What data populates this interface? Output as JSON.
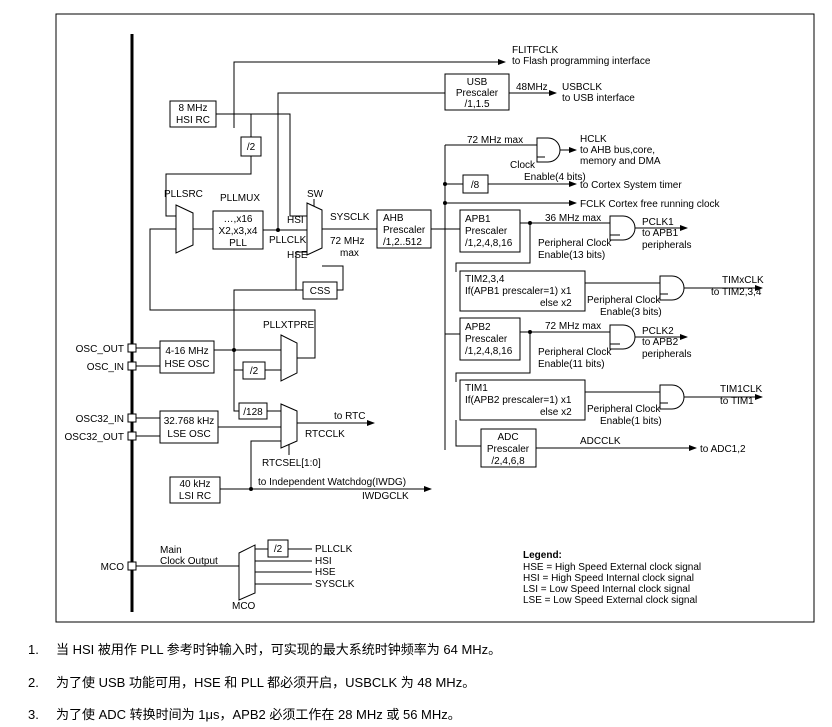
{
  "diagram": {
    "blocks": {
      "hsi_rc": [
        "8 MHz",
        "HSI RC"
      ],
      "usb_prescaler": [
        "USB",
        "Prescaler",
        "/1,1.5"
      ],
      "pll": [
        "…,x16",
        "X2,x3,x4",
        "PLL"
      ],
      "ahb_prescaler": [
        "AHB",
        "Prescaler",
        "/1,2..512"
      ],
      "apb1_prescaler": [
        "APB1",
        "Prescaler",
        "/1,2,4,8,16"
      ],
      "tim234_block": [
        "TIM2,3,4",
        "If(APB1 prescaler=1) x1",
        "else x2"
      ],
      "apb2_prescaler": [
        "APB2",
        "Prescaler",
        "/1,2,4,8,16"
      ],
      "tim1_block": [
        "TIM1",
        "If(APB2 prescaler=1) x1",
        "else x2"
      ],
      "adc_prescaler": [
        "ADC",
        "Prescaler",
        "/2,4,6,8"
      ],
      "hse_osc": [
        "4-16 MHz",
        "HSE OSC"
      ],
      "lse_osc": [
        "32.768 kHz",
        "LSE OSC"
      ],
      "lsi_rc": [
        "40 kHz",
        "LSI RC"
      ],
      "css": "CSS"
    },
    "dividers": {
      "hsi_div2": "/2",
      "systick_div8": "/8",
      "hse_div2": "/2",
      "hse_div128": "/128",
      "mco_div2": "/2"
    },
    "labels": {
      "flitfclk": "FLITFCLK",
      "flitfclk_desc": "to Flash programming interface",
      "usb_freq": "48MHz",
      "usbclk": "USBCLK",
      "usbclk_desc": "to USB interface",
      "ahb_max": "72 MHz max",
      "hclk": "HCLK",
      "hclk_desc1": "to AHB bus,core,",
      "hclk_desc2": "memory and DMA",
      "clock_enable_4": [
        "Clock",
        "Enable(4 bits)"
      ],
      "cortex_timer": "to Cortex System timer",
      "fclk": "FCLK Cortex free running clock",
      "pllsrc": "PLLSRC",
      "pllmux": "PLLMUX",
      "sw": "SW",
      "sysclk": "SYSCLK",
      "sysclk_max": [
        "72 MHz",
        "max"
      ],
      "sw_hsi": "HSI",
      "sw_pllclk": "PLLCLK",
      "sw_hse": "HSE",
      "apb1_max": "36 MHz max",
      "pclk1": "PCLK1",
      "pclk1_desc": [
        "to APB1",
        "peripherals"
      ],
      "periph_clock_13": [
        "Peripheral Clock",
        "Enable(13 bits)"
      ],
      "timxclk": "TIMxCLK",
      "timxclk_desc": "to TIM2,3,4",
      "periph_clock_3": [
        "Peripheral Clock",
        "Enable(3 bits)"
      ],
      "apb2_max": "72 MHz max",
      "pclk2": "PCLK2",
      "pclk2_desc": [
        "to APB2",
        "peripherals"
      ],
      "periph_clock_11": [
        "Peripheral Clock",
        "Enable(11 bits)"
      ],
      "tim1clk": "TIM1CLK",
      "tim1clk_desc": "to TIM1",
      "periph_clock_1": [
        "Peripheral Clock",
        "Enable(1 bits)"
      ],
      "adcclk": "ADCCLK",
      "adc_desc": "to ADC1,2",
      "pllxtpre": "PLLXTPRE",
      "osc_out": "OSC_OUT",
      "osc_in": "OSC_IN",
      "osc32_in": "OSC32_IN",
      "osc32_out": "OSC32_OUT",
      "to_rtc": "to RTC",
      "rtcclk": "RTCCLK",
      "rtcsel": "RTCSEL[1:0]",
      "iwdg_desc": "to Independent Watchdog(IWDG)",
      "iwdgclk": "IWDGCLK",
      "mco_pin": "MCO",
      "main_clock_output": [
        "Main",
        "Clock Output"
      ],
      "mco_pllclk": "PLLCLK",
      "mco_hsi": "HSI",
      "mco_hse": "HSE",
      "mco_sysclk": "SYSCLK",
      "mco_mux": "MCO"
    },
    "legend": {
      "title": "Legend:",
      "items": [
        "HSE = High Speed External clock signal",
        "HSI  = High Speed Internal clock signal",
        "LSI  = Low Speed Internal clock signal",
        "LSE = Low Speed External clock signal"
      ]
    }
  },
  "notes": [
    {
      "num": "1.",
      "text": "当 HSI 被用作 PLL 参考时钟输入时，可实现的最大系统时钟频率为 64 MHz。"
    },
    {
      "num": "2.",
      "text": "为了使 USB 功能可用，HSE 和 PLL 都必须开启，USBCLK 为 48 MHz。"
    },
    {
      "num": "3.",
      "text": "为了使 ADC 转换时间为 1μs，APB2 必须工作在 28 MHz 或 56 MHz。"
    }
  ]
}
